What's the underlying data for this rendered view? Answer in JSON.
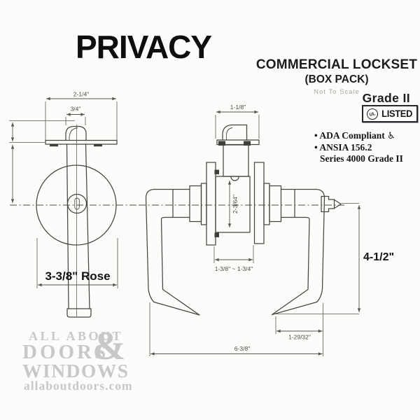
{
  "page_title": "PRIVACY",
  "header": {
    "title": "COMMERCIAL LOCKSET",
    "subtitle": "(BOX PACK)",
    "scale_note": "Not To Scale",
    "grade": "Grade II",
    "ul_badge": {
      "mark": "UL",
      "label": "LISTED"
    },
    "features": {
      "ada": "• ADA Compliant",
      "ansi": "• ANSIA 156.2",
      "series": "Series 4000 Grade II"
    },
    "icons": {
      "wheelchair": "♿"
    }
  },
  "diagram": {
    "dimensions": {
      "faceplate_width": "2-1/4\"",
      "latch_bolt_width": "3/4\"",
      "rose_diameter": "3-3/8\" Rose",
      "faceplate_height": "1-1/8\"",
      "chassis_height": "2-3/64\"",
      "door_thickness_range": "1-3/8\" ~ 1-3/4\"",
      "lever_height": "4-1/2\"",
      "lever_return": "1-29/32\"",
      "lever_length": "6-3/8\""
    }
  },
  "watermark": {
    "line1": "ALL ABOUT",
    "line2": "DOORS",
    "ampersand": "&",
    "line3": "WINDOWS",
    "url": "allaboutdoors.com"
  },
  "colors": {
    "ink": "#1d1d1d",
    "line": "#454542",
    "watermark": "#c8c8c8"
  }
}
